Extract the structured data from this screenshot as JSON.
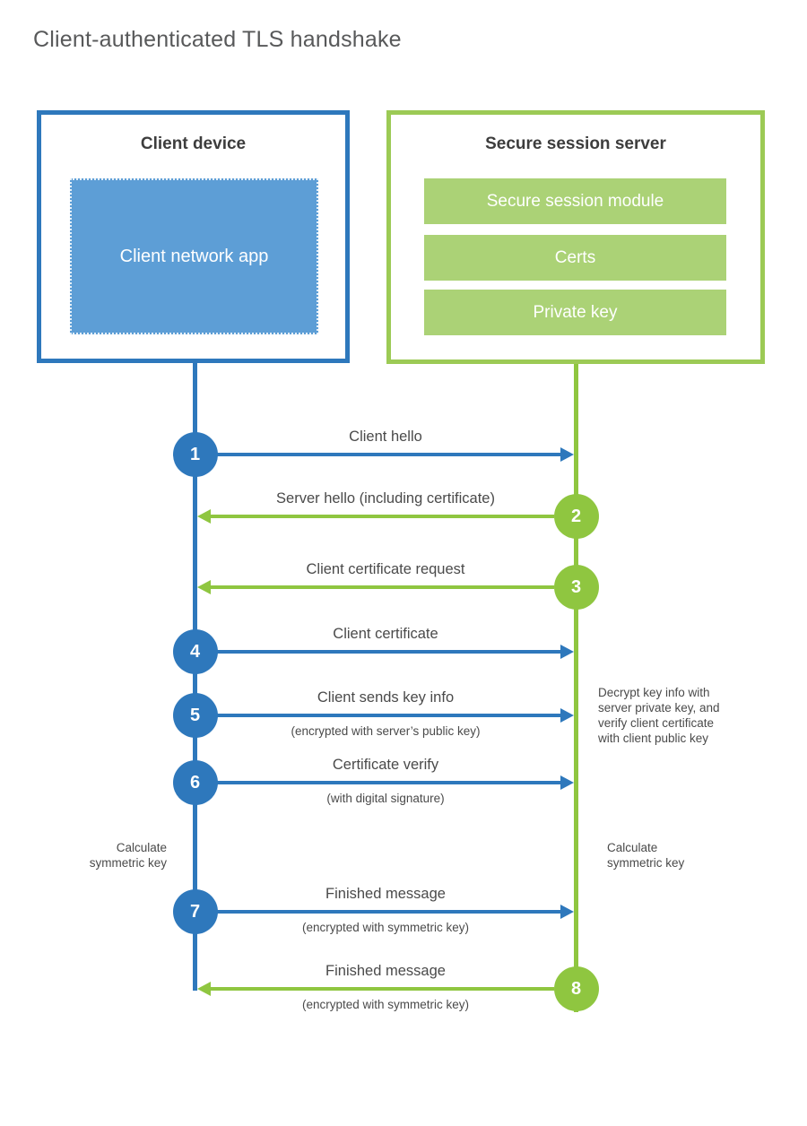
{
  "page": {
    "title": "Client-authenticated TLS handshake"
  },
  "client_box": {
    "title": "Client device",
    "app_label": "Client network app"
  },
  "server_box": {
    "title": "Secure session server",
    "modules": [
      "Secure session module",
      "Certs",
      "Private key"
    ]
  },
  "steps": [
    {
      "num": "1",
      "from": "client",
      "label": "Client hello",
      "sub": ""
    },
    {
      "num": "2",
      "from": "server",
      "label": "Server hello (including certificate)",
      "sub": ""
    },
    {
      "num": "3",
      "from": "server",
      "label": "Client certificate request",
      "sub": ""
    },
    {
      "num": "4",
      "from": "client",
      "label": "Client certificate",
      "sub": ""
    },
    {
      "num": "5",
      "from": "client",
      "label": "Client sends key info",
      "sub": "(encrypted with server’s public key)"
    },
    {
      "num": "6",
      "from": "client",
      "label": "Certificate verify",
      "sub": "(with digital signature)"
    },
    {
      "num": "7",
      "from": "client",
      "label": "Finished message",
      "sub": "(encrypted with symmetric key)"
    },
    {
      "num": "8",
      "from": "server",
      "label": "Finished message",
      "sub": "(encrypted with symmetric key)"
    }
  ],
  "annotations": {
    "decrypt_note": "Decrypt key info with\nserver private key, and\nverify client certificate\nwith client public key",
    "calc_left": "Calculate\nsymmetric key",
    "calc_right": "Calculate\nsymmetric key"
  },
  "colors": {
    "blue": "#2e78bc",
    "blue_fill": "#5d9ed6",
    "green": "#8fc640",
    "green_border": "#9cca55",
    "green_fill": "#abd276",
    "text": "#4a4a4a"
  }
}
